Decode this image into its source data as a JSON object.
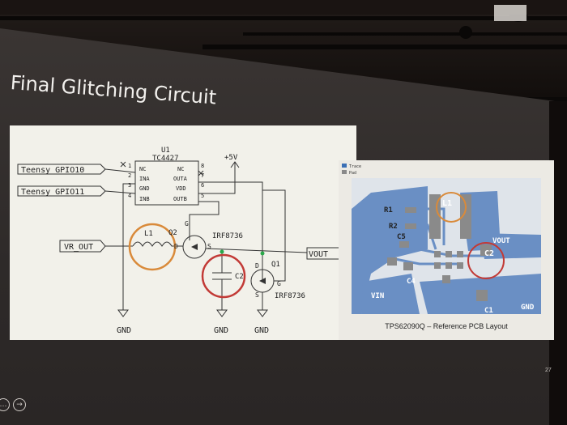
{
  "slide": {
    "title": "Final Glitching Circuit",
    "page_number": "27"
  },
  "schematic": {
    "u1_ref": "U1",
    "u1_part": "TC4427",
    "pins_left": [
      "NC",
      "INA",
      "GND",
      "INB"
    ],
    "pins_left_num": [
      "1",
      "2",
      "3",
      "4"
    ],
    "pins_right": [
      "NC",
      "OUTA",
      "VDD",
      "OUTB"
    ],
    "pins_right_num": [
      "8",
      "7",
      "6",
      "5"
    ],
    "gpio10": "Teensy GPIO10",
    "gpio11": "Teensy GPIO11",
    "supply": "+5V",
    "vr_out": "VR_OUT",
    "vout": "VOUT",
    "l1": "L1",
    "c2": "C2",
    "q1": "Q1",
    "q2": "Q2",
    "q1_part": "IRF8736",
    "q2_part": "IRF8736",
    "gnd": "GND",
    "pin_d": "D",
    "pin_s": "S",
    "pin_g": "G",
    "highlight_color": "#c23a36",
    "l1_highlight_color": "#d98a3a"
  },
  "pcb": {
    "legend": [
      "Trace",
      "Pad"
    ],
    "labels": [
      "R1",
      "R2",
      "L1",
      "C5",
      "C2",
      "C4",
      "C1",
      "VOUT",
      "VIN",
      "GND"
    ],
    "caption": "TPS62090Q – Reference PCB Layout",
    "trace_color": "#6a8fc4",
    "pad_color": "#8a8a8a"
  },
  "nav": {
    "prev_icon": "…",
    "next_icon": "→"
  }
}
